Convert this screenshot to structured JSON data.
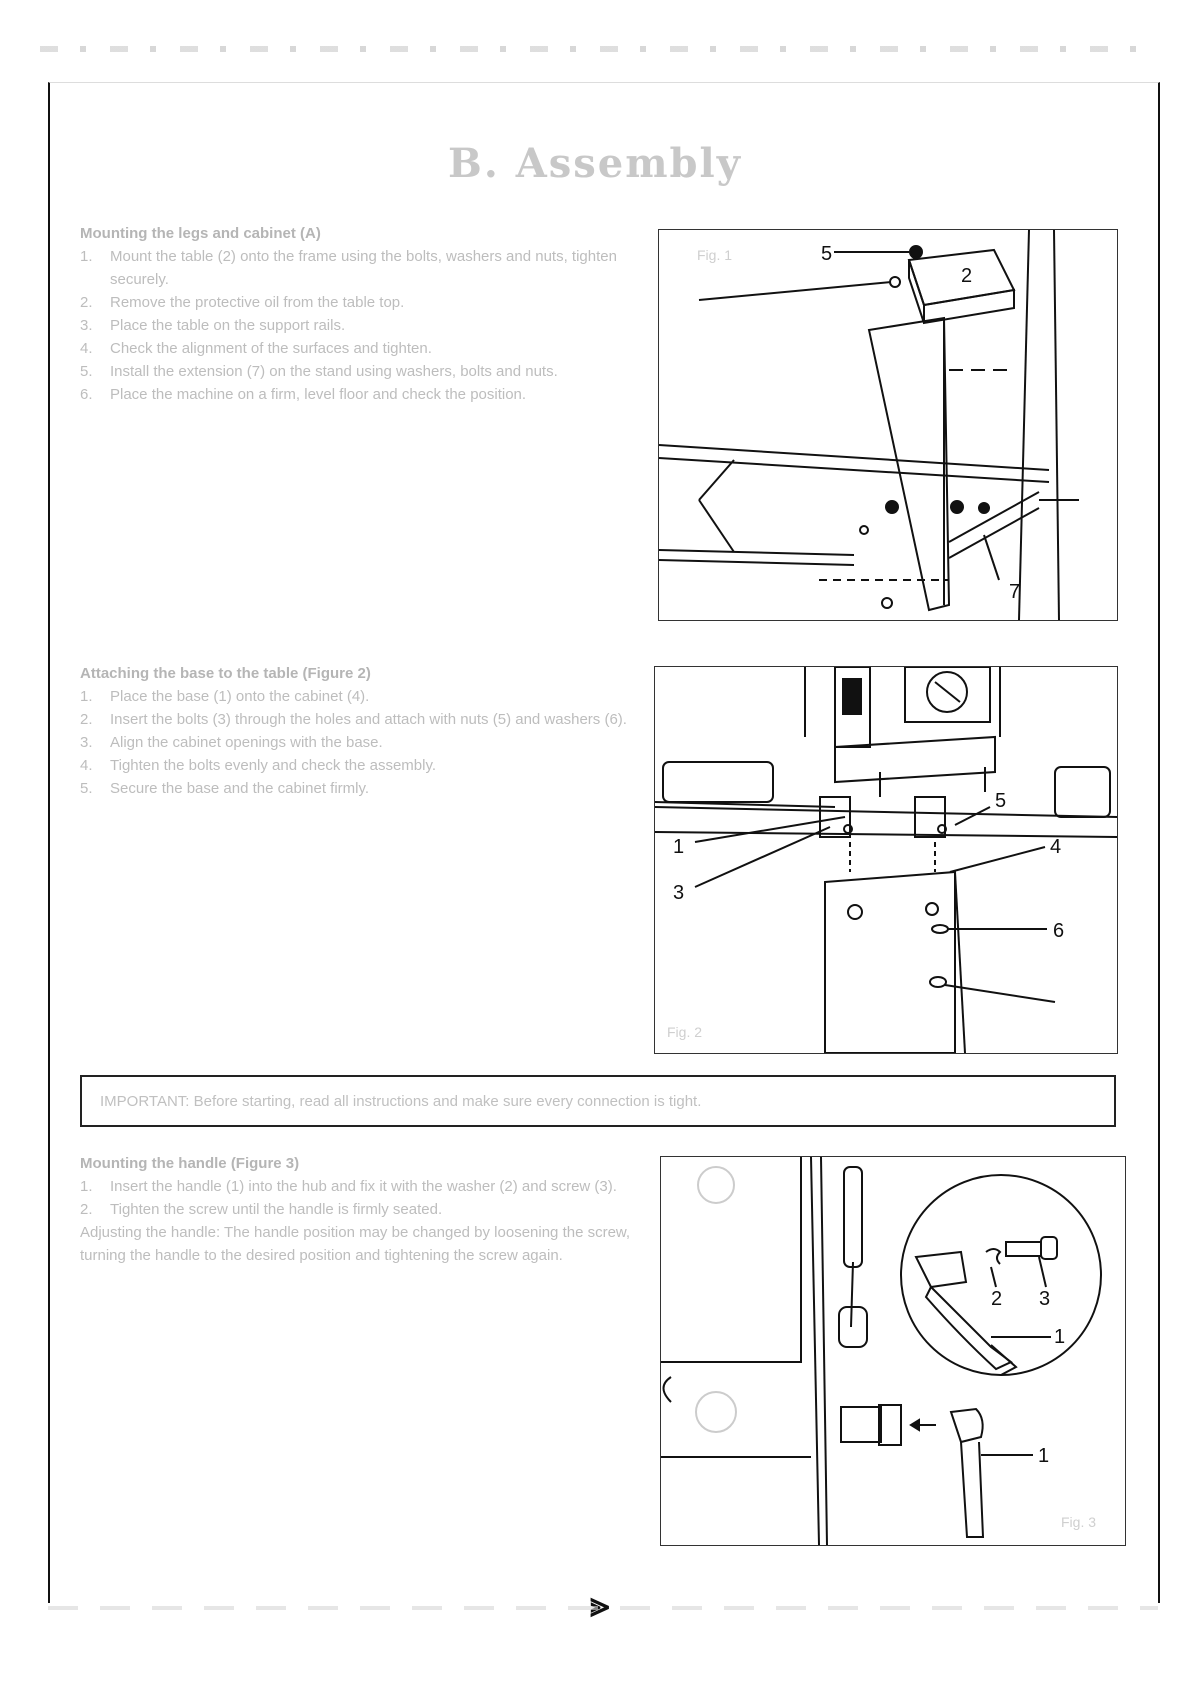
{
  "page": {
    "title": "B. Assembly",
    "page_number": "⪢"
  },
  "section1": {
    "heading": "Mounting the legs and cabinet (A)",
    "items": [
      {
        "num": "1.",
        "text": "Mount the table (2) onto the frame using the bolts, washers and nuts, tighten securely."
      },
      {
        "num": "2.",
        "text": "Remove the protective oil from the table top."
      },
      {
        "num": "3.",
        "text": "Place the table on the support rails."
      },
      {
        "num": "4.",
        "text": "Check the alignment of the surfaces and tighten."
      },
      {
        "num": "5.",
        "text": "Install the extension (7) on the stand using washers, bolts and nuts."
      },
      {
        "num": "6.",
        "text": "Place the machine on a firm, level floor and check the position."
      }
    ]
  },
  "section2": {
    "heading": "Attaching the base to the table (Figure 2)",
    "items": [
      {
        "num": "1.",
        "text": "Place the base (1) onto the cabinet (4)."
      },
      {
        "num": "2.",
        "text": "Insert the bolts (3) through the holes and attach with nuts (5) and washers (6)."
      },
      {
        "num": "3.",
        "text": "Align the cabinet openings with the base."
      },
      {
        "num": "4.",
        "text": "Tighten the bolts evenly and check the assembly."
      },
      {
        "num": "5.",
        "text": "Secure the base and the cabinet firmly."
      }
    ]
  },
  "warning": {
    "text": "IMPORTANT: Before starting, read all instructions and make sure every connection is tight."
  },
  "section3": {
    "heading": "Mounting the handle (Figure 3)",
    "items": [
      {
        "num": "1.",
        "text": "Insert the handle (1) into the hub and fix it with the washer (2) and screw (3)."
      },
      {
        "num": "2.",
        "text": "Tighten the screw until the handle is firmly seated."
      }
    ],
    "paragraph": "Adjusting the handle: The handle position may be changed by loosening the screw, turning the handle to the desired position and tightening the screw again."
  },
  "figures": {
    "fig1": {
      "label": "Fig. 1",
      "callouts": [
        "5",
        "2",
        "7"
      ]
    },
    "fig2": {
      "label": "Fig. 2",
      "callouts": [
        "5",
        "1",
        "4",
        "3",
        "6"
      ]
    },
    "fig3": {
      "label": "Fig. 3",
      "callouts": [
        "2",
        "3",
        "1",
        "1"
      ]
    }
  },
  "colors": {
    "ink": "#111111",
    "faded_text": "#bdbdbd"
  }
}
